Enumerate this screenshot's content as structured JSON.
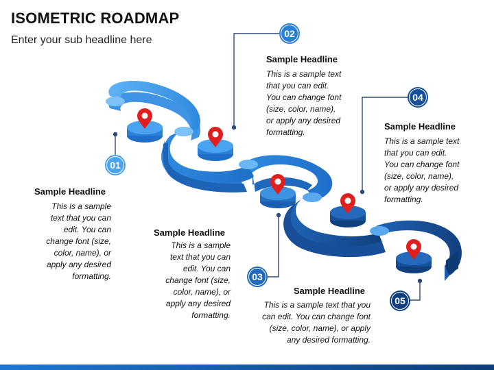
{
  "header": {
    "title": "ISOMETRIC ROADMAP",
    "subtitle": "Enter your sub headline here"
  },
  "colors": {
    "light_blue": "#4aa3f0",
    "mid_blue": "#2a7fd6",
    "dark_blue": "#134a8e",
    "pin_red": "#e0201f",
    "connector": "#2c4a7a"
  },
  "steps": [
    {
      "number": "01",
      "headline": "Sample Headline",
      "lines": [
        "This is a sample",
        "text that you can",
        "edit. You can",
        "change font (size,",
        "color, name), or",
        "apply any desired",
        "formatting."
      ]
    },
    {
      "number": "02",
      "headline": "Sample Headline",
      "lines": [
        "This is a sample text",
        "that you can edit.",
        "You can change font",
        "(size, color, name),",
        "or apply any desired",
        "formatting."
      ]
    },
    {
      "number": "03",
      "headline": "Sample Headline",
      "lines": [
        "This is a sample",
        "text that you can",
        "edit. You can",
        "change font (size,",
        "color, name), or",
        "apply any desired",
        "formatting."
      ]
    },
    {
      "number": "04",
      "headline": "Sample Headline",
      "lines": [
        "This is a sample text",
        "that you can edit.",
        "You can change font",
        "(size, color, name),",
        "or apply any desired",
        "formatting."
      ]
    },
    {
      "number": "05",
      "headline": "Sample Headline",
      "lines": [
        "This is a sample text that you",
        "can edit. You can change font",
        "(size, color, name), or apply",
        "any desired formatting."
      ]
    }
  ]
}
